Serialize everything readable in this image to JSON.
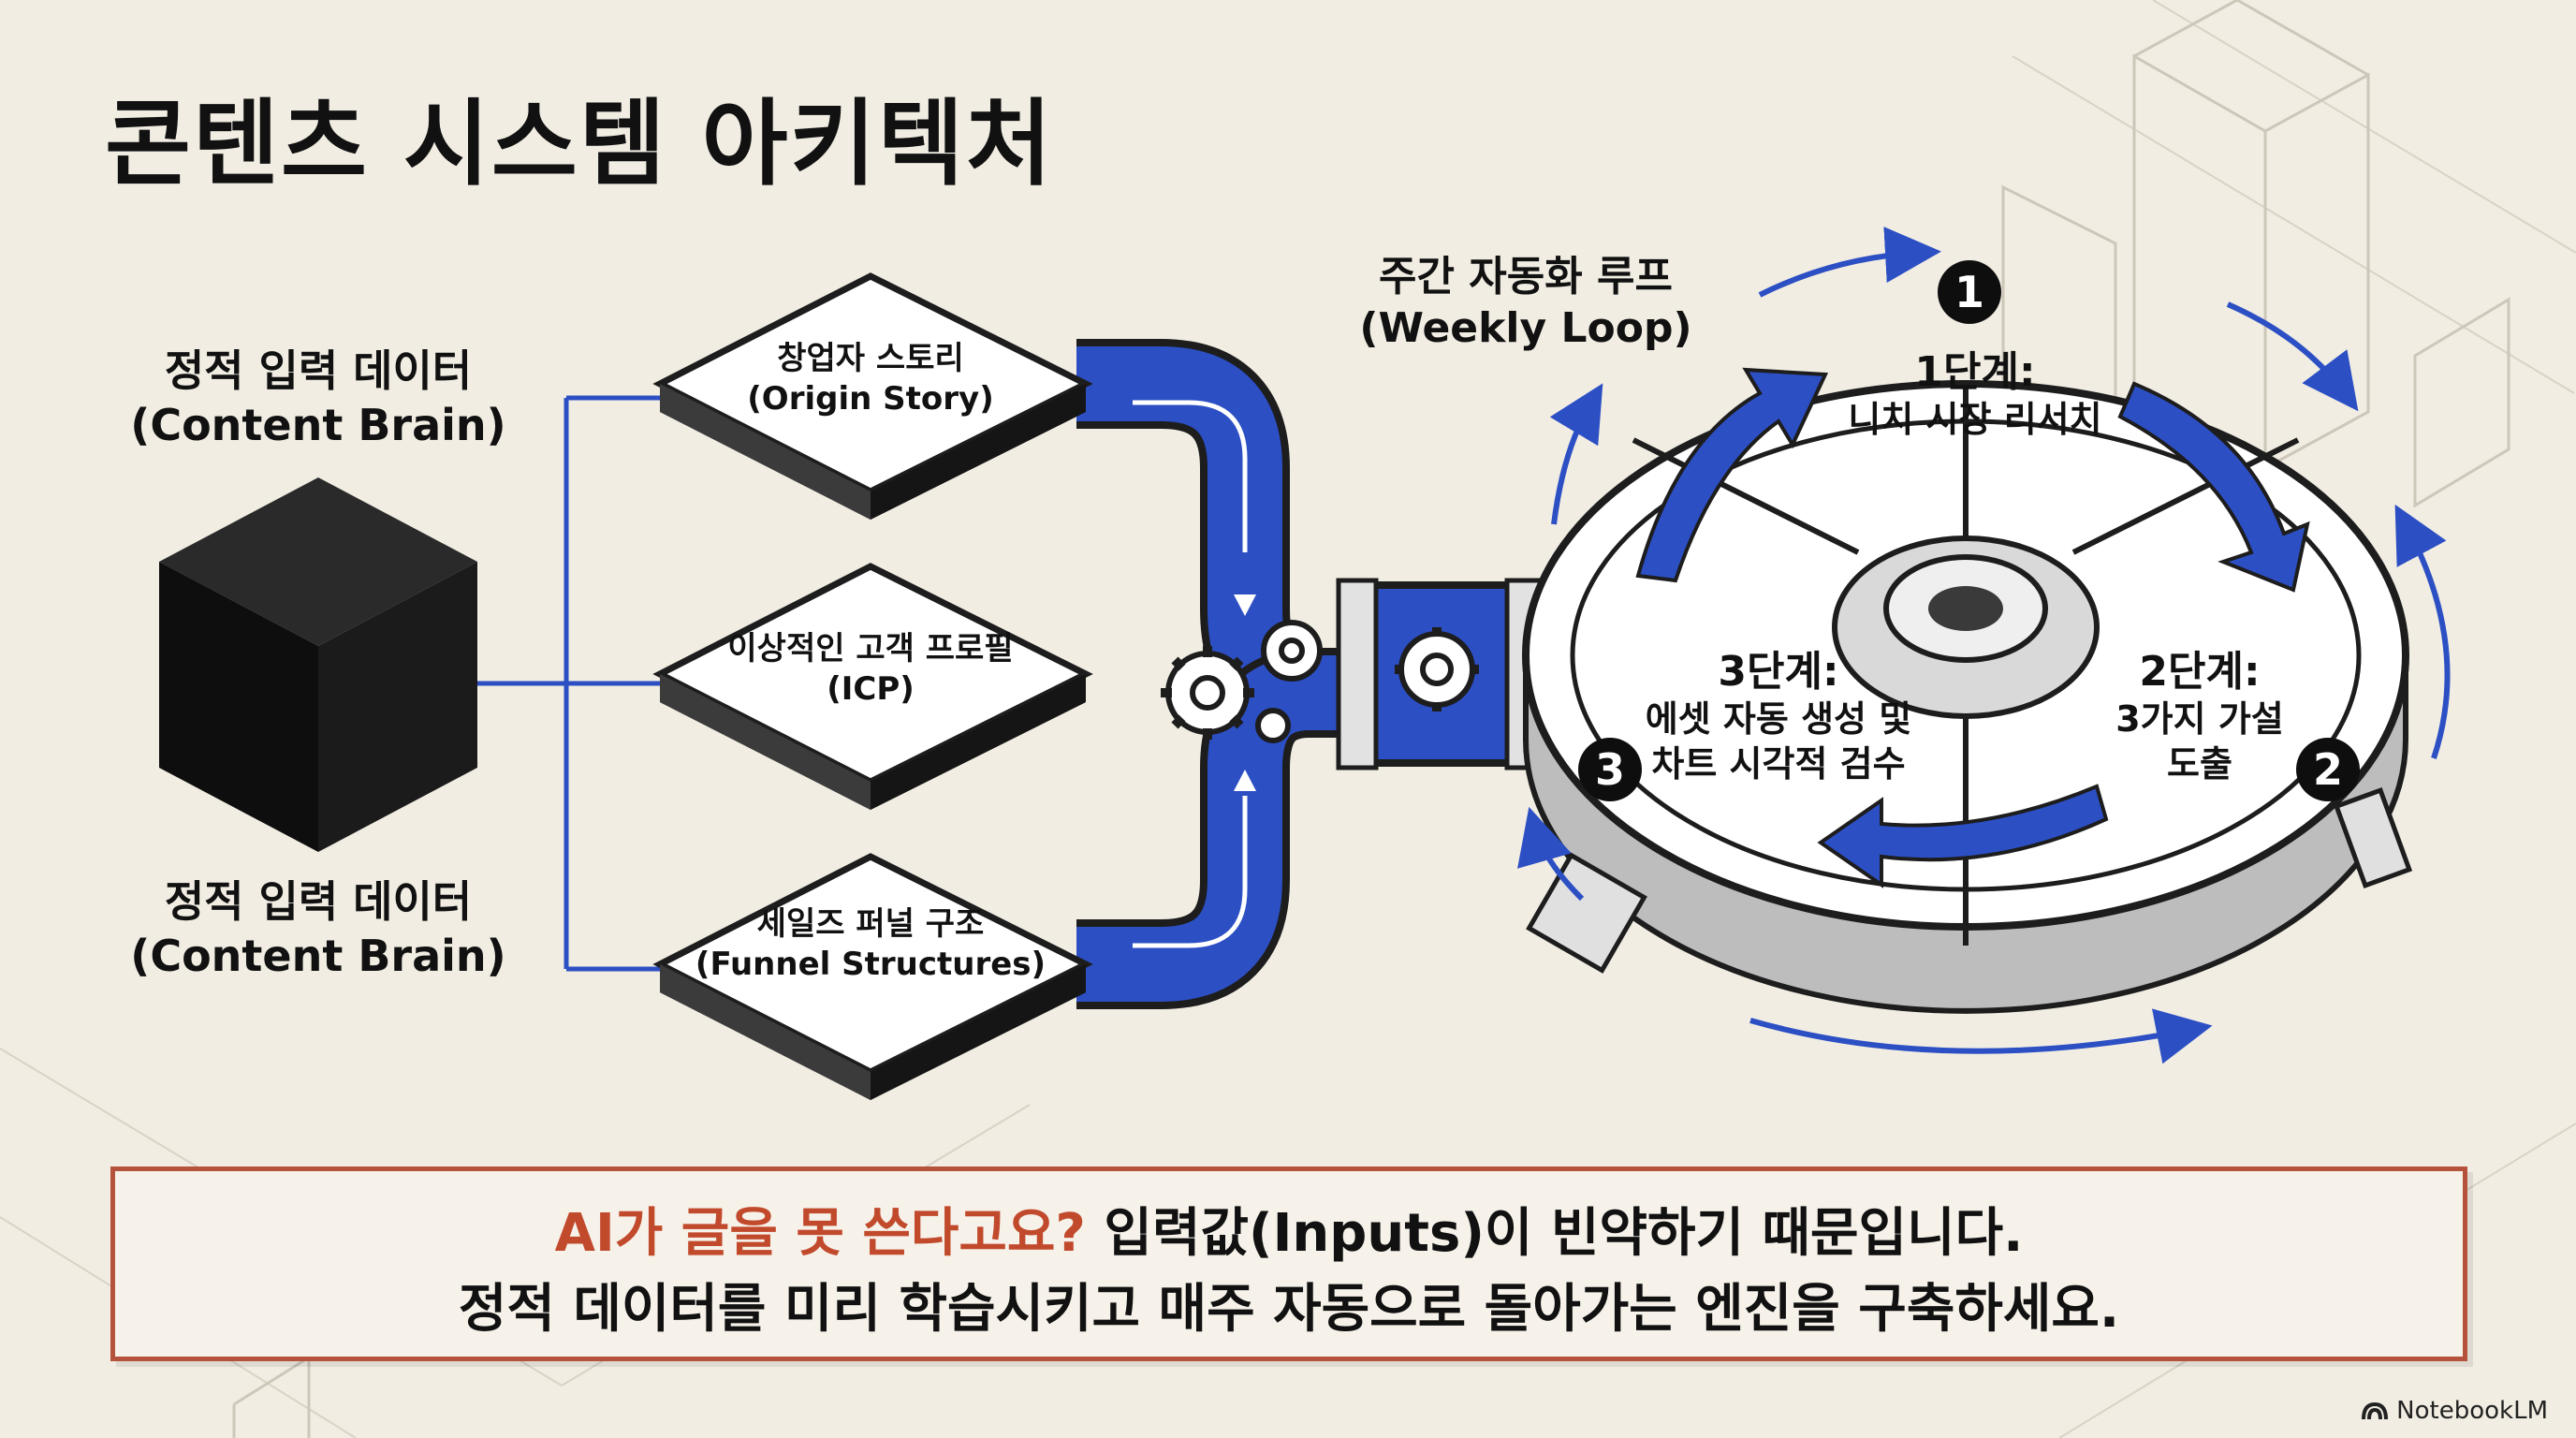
{
  "title": "콘텐츠 시스템 아키텍처",
  "left_input": {
    "top_label_ko": "정적 입력 데이터",
    "top_label_en": "(Content Brain)",
    "bottom_label_ko": "정적 입력 데이터",
    "bottom_label_en": "(Content Brain)"
  },
  "inputs": [
    {
      "ko": "창업자 스토리",
      "en": "(Origin Story)"
    },
    {
      "ko": "이상적인 고객 프로필",
      "en": "(ICP)"
    },
    {
      "ko": "세일즈 퍼널 구조",
      "en": "(Funnel Structures)"
    }
  ],
  "loop": {
    "title_ko": "주간 자동화 루프",
    "title_en": "(Weekly Loop)",
    "steps": [
      {
        "number": "1",
        "title": "1단계:",
        "desc": [
          "니치 시장 리서치"
        ]
      },
      {
        "number": "2",
        "title": "2단계:",
        "desc": [
          "3가지 가설",
          "도출"
        ]
      },
      {
        "number": "3",
        "title": "3단계:",
        "desc": [
          "에셋 자동 생성 및",
          "차트 시각적 검수"
        ]
      }
    ]
  },
  "callout": {
    "highlight": "AI가 글을 못 쓴다고요?",
    "line1_rest": " 입력값(Inputs)이 빈약하기 때문입니다.",
    "line2": "정적 데이터를 미리 학습시키고 매주 자동으로 돌아가는 엔진을 구축하세요."
  },
  "brand": "NotebookLM",
  "colors": {
    "accent_blue": "#2c4fc4",
    "callout_border": "#b5523b",
    "highlight_red": "#c24a2c",
    "background": "#f1ede3"
  },
  "icons": [
    "cube-icon",
    "gear-icon",
    "cycle-arrow-icon",
    "notebooklm-logo-icon"
  ]
}
